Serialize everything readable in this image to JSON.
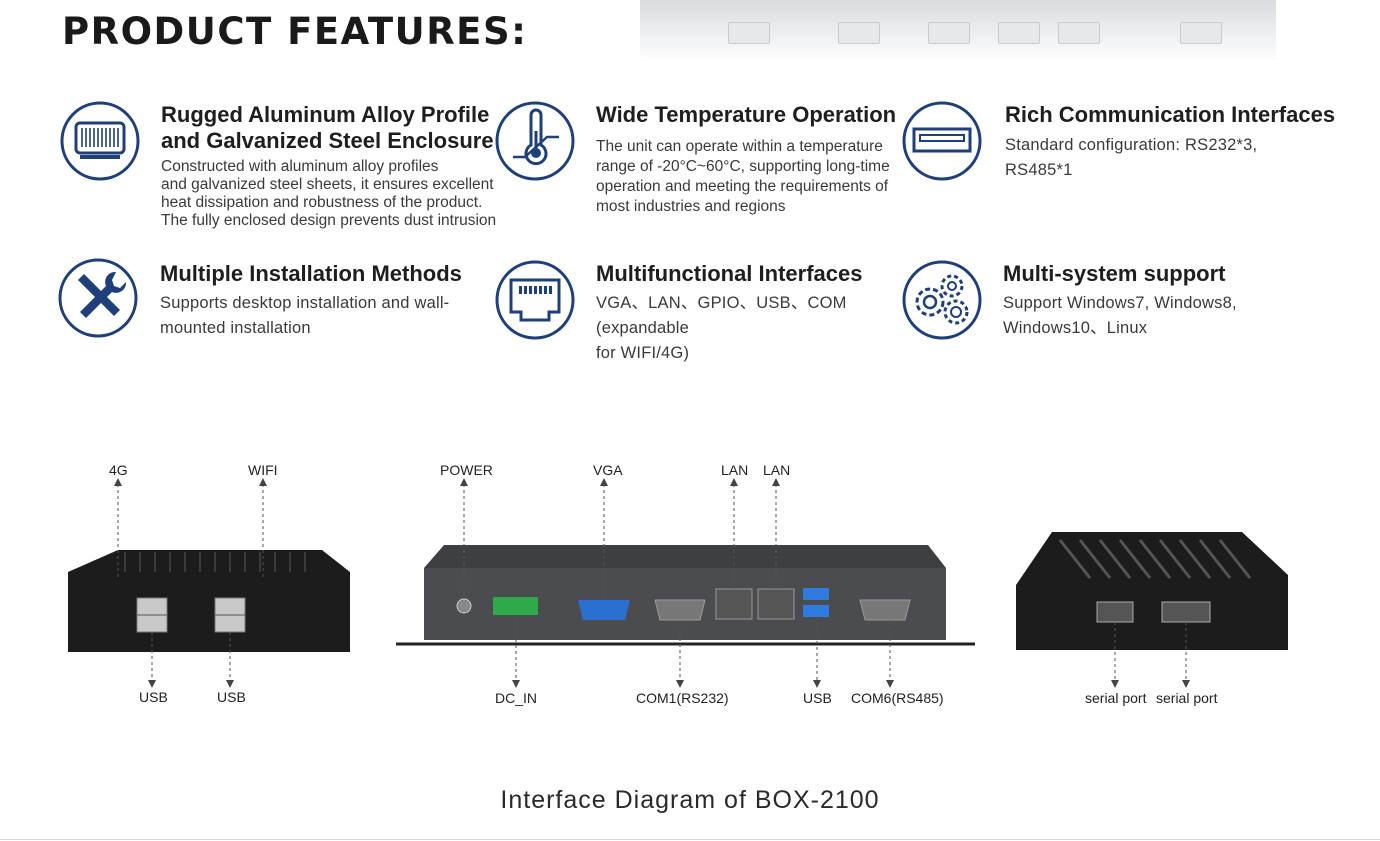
{
  "header": {
    "title": "PRODUCT FEATURES:"
  },
  "features": [
    {
      "icon": "heatsink-icon",
      "title_line1": "Rugged Aluminum Alloy Profile",
      "title_line2": "and Galvanized Steel Enclosure",
      "desc": [
        "Constructed with aluminum alloy profiles",
        "and galvanized steel sheets, it ensures excellent",
        "heat dissipation and robustness of the product.",
        "The fully enclosed design prevents dust intrusion"
      ]
    },
    {
      "icon": "thermometer-icon",
      "title": "Wide Temperature Operation",
      "desc": [
        "The unit can operate within a temperature",
        "range of -20°C~60°C, supporting long-time",
        "operation and meeting the requirements of",
        "most industries and regions"
      ]
    },
    {
      "icon": "interface-port-icon",
      "title": "Rich Communication Interfaces",
      "desc": [
        "Standard configuration: RS232*3,",
        "RS485*1"
      ]
    },
    {
      "icon": "tools-icon",
      "title": "Multiple Installation Methods",
      "desc": [
        "Supports desktop installation and wall-",
        "mounted installation"
      ]
    },
    {
      "icon": "ethernet-port-icon",
      "title": "Multifunctional Interfaces",
      "desc": [
        "VGA、LAN、GPIO、USB、COM (expandable",
        "for WIFI/4G)"
      ]
    },
    {
      "icon": "gears-icon",
      "title": "Multi-system support",
      "desc": [
        "Support  Windows7, Windows8,",
        "Windows10、Linux"
      ]
    }
  ],
  "diagram": {
    "left_top": [
      "4G",
      "WIFI"
    ],
    "left_bottom": [
      "USB",
      "USB"
    ],
    "center_top": [
      "POWER",
      "VGA",
      "LAN",
      "LAN"
    ],
    "center_bottom": [
      "DC_IN",
      "COM1(RS232)",
      "USB",
      "COM6(RS485)"
    ],
    "right_bottom": [
      "serial port",
      "serial port"
    ]
  },
  "caption": "Interface Diagram of BOX-2100",
  "colors": {
    "icon_blue": "#1f3f7a",
    "green_connector": "#2eaa4a",
    "vga_blue": "#2b6fd1",
    "usb_blue": "#2f7be0"
  }
}
